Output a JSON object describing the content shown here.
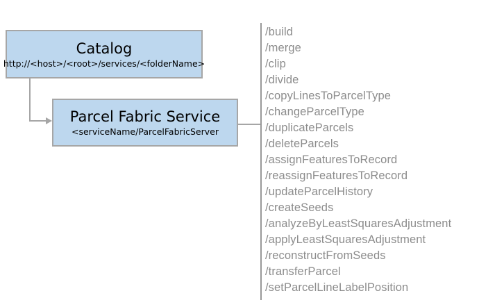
{
  "diagram": {
    "nodes": {
      "catalog": {
        "title": "Catalog",
        "subtitle": "http://<host>/<root>/services/<folderName>"
      },
      "parcel_fabric_service": {
        "title": "Parcel Fabric Service",
        "subtitle": "<serviceName/ParcelFabricServer"
      }
    },
    "operations": [
      "/build",
      "/merge",
      "/clip",
      "/divide",
      "/copyLinesToParcelType",
      "/changeParcelType",
      "/duplicateParcels",
      "/deleteParcels",
      "/assignFeaturesToRecord",
      "/reassignFeaturesToRecord",
      "/updateParcelHistory",
      "/createSeeds",
      "/analyzeByLeastSquaresAdjustment",
      "/applyLeastSquaresAdjustment",
      "/reconstructFromSeeds",
      "/transferParcel",
      "/setParcelLineLabelPosition"
    ],
    "colors": {
      "node_fill": "#BDD7EE",
      "node_border": "#A6A6A6",
      "connector": "#A6A6A6",
      "separator_line": "#999999",
      "operation_text": "#8C8C8C",
      "node_text": "#000000",
      "background": "#FFFFFF"
    }
  }
}
